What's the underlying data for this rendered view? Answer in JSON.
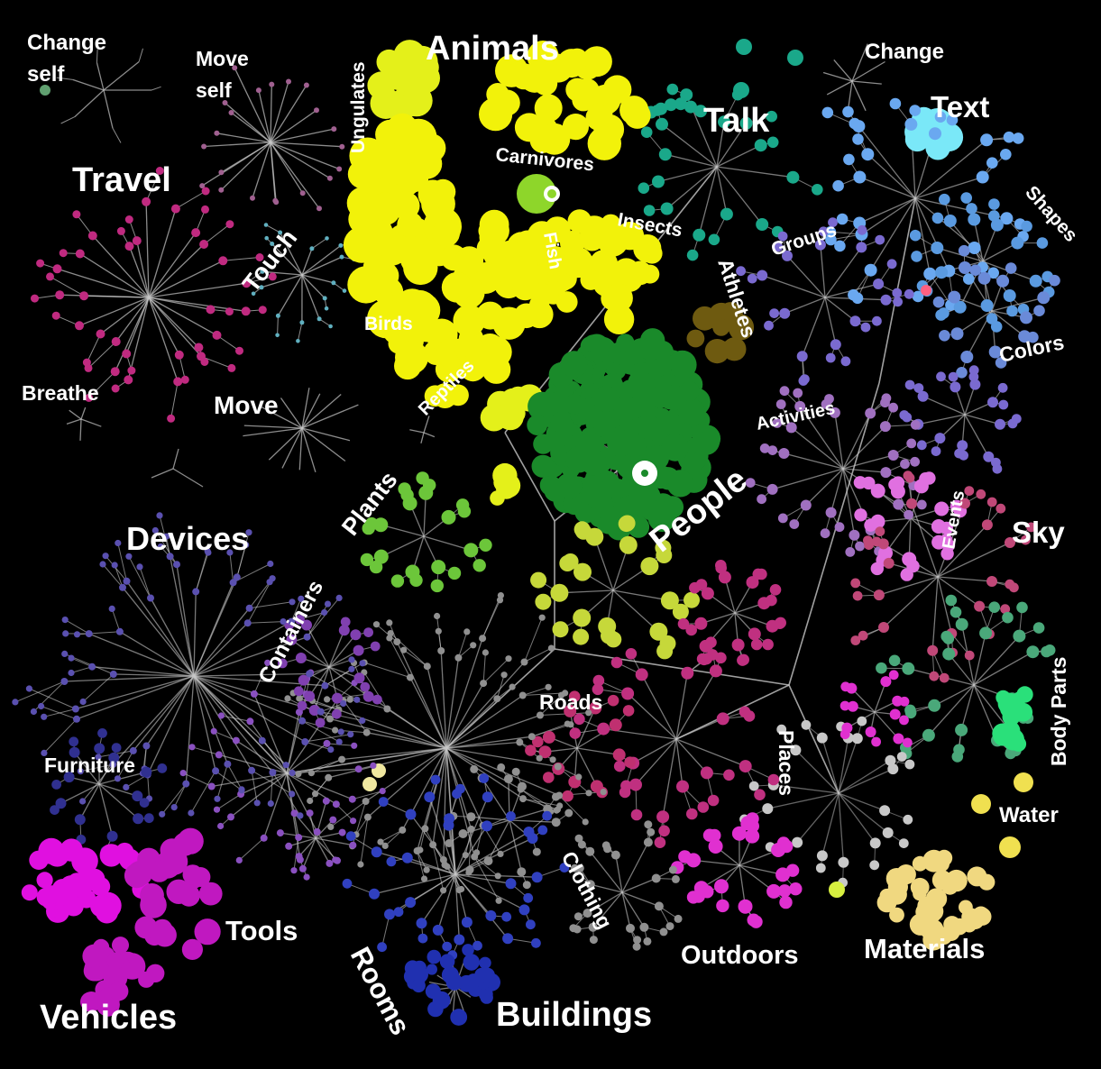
{
  "labels": {
    "animals": "Animals",
    "ungulates": "Ungulates",
    "carnivores": "Carnivores",
    "fish": "Fish",
    "insects": "Insects",
    "birds": "Birds",
    "reptiles": "Reptiles",
    "athletes": "Athletes",
    "people": "People",
    "plants": "Plants",
    "talk": "Talk",
    "change": "Change",
    "change_self": [
      "Change",
      "self"
    ],
    "move_self": [
      "Move",
      "self"
    ],
    "travel": "Travel",
    "touch": "Touch",
    "breathe": "Breathe",
    "move": "Move",
    "text": "Text",
    "shapes": "Shapes",
    "groups": "Groups",
    "colors": "Colors",
    "activities": "Activities",
    "events": "Events",
    "sky": "Sky",
    "body_parts": "Body Parts",
    "water": "Water",
    "materials": "Materials",
    "outdoors": "Outdoors",
    "places": "Places",
    "roads": "Roads",
    "clothing": "Clothing",
    "buildings": "Buildings",
    "rooms": "Rooms",
    "tools": "Tools",
    "vehicles": "Vehicles",
    "furniture": "Furniture",
    "containers": "Containers",
    "devices": "Devices"
  },
  "colors": {
    "background": "#000000",
    "edge": "#c8c8c8",
    "animals": "#f2f20a",
    "animals_alt": "#e4f01a",
    "fish": "#8ed62a",
    "people": "#1a8a2a",
    "athletes": "#6e5a10",
    "plants": "#6cc63a",
    "people_low": "#c6d83a",
    "talk": "#1aa88a",
    "text": "#6aa8f0",
    "text_top": "#7ae8f8",
    "groups": "#7a6ad0",
    "shapes": "#5a9ae0",
    "colors": "#6a8ad8",
    "activities": "#a070c0",
    "events": "#e070e0",
    "sky": "#c04878",
    "body_parts": "#2ae07a",
    "body_parts_alt": "#4aa87a",
    "water": "#f0e050",
    "materials": "#f0d880",
    "places": "#c03080",
    "outdoors": "#e030d0",
    "roads": "#c03070",
    "clothing": "#909090",
    "buildings": "#3040c0",
    "rooms": "#2030b0",
    "tools": "#8a50c0",
    "vehicles": "#e010e0",
    "furniture": "#303090",
    "containers": "#8040b0",
    "devices": "#5a50b0",
    "travel": "#c02a80",
    "move_self": "#a06090",
    "touch": "#60b0c0",
    "change_self": "#60a070"
  }
}
